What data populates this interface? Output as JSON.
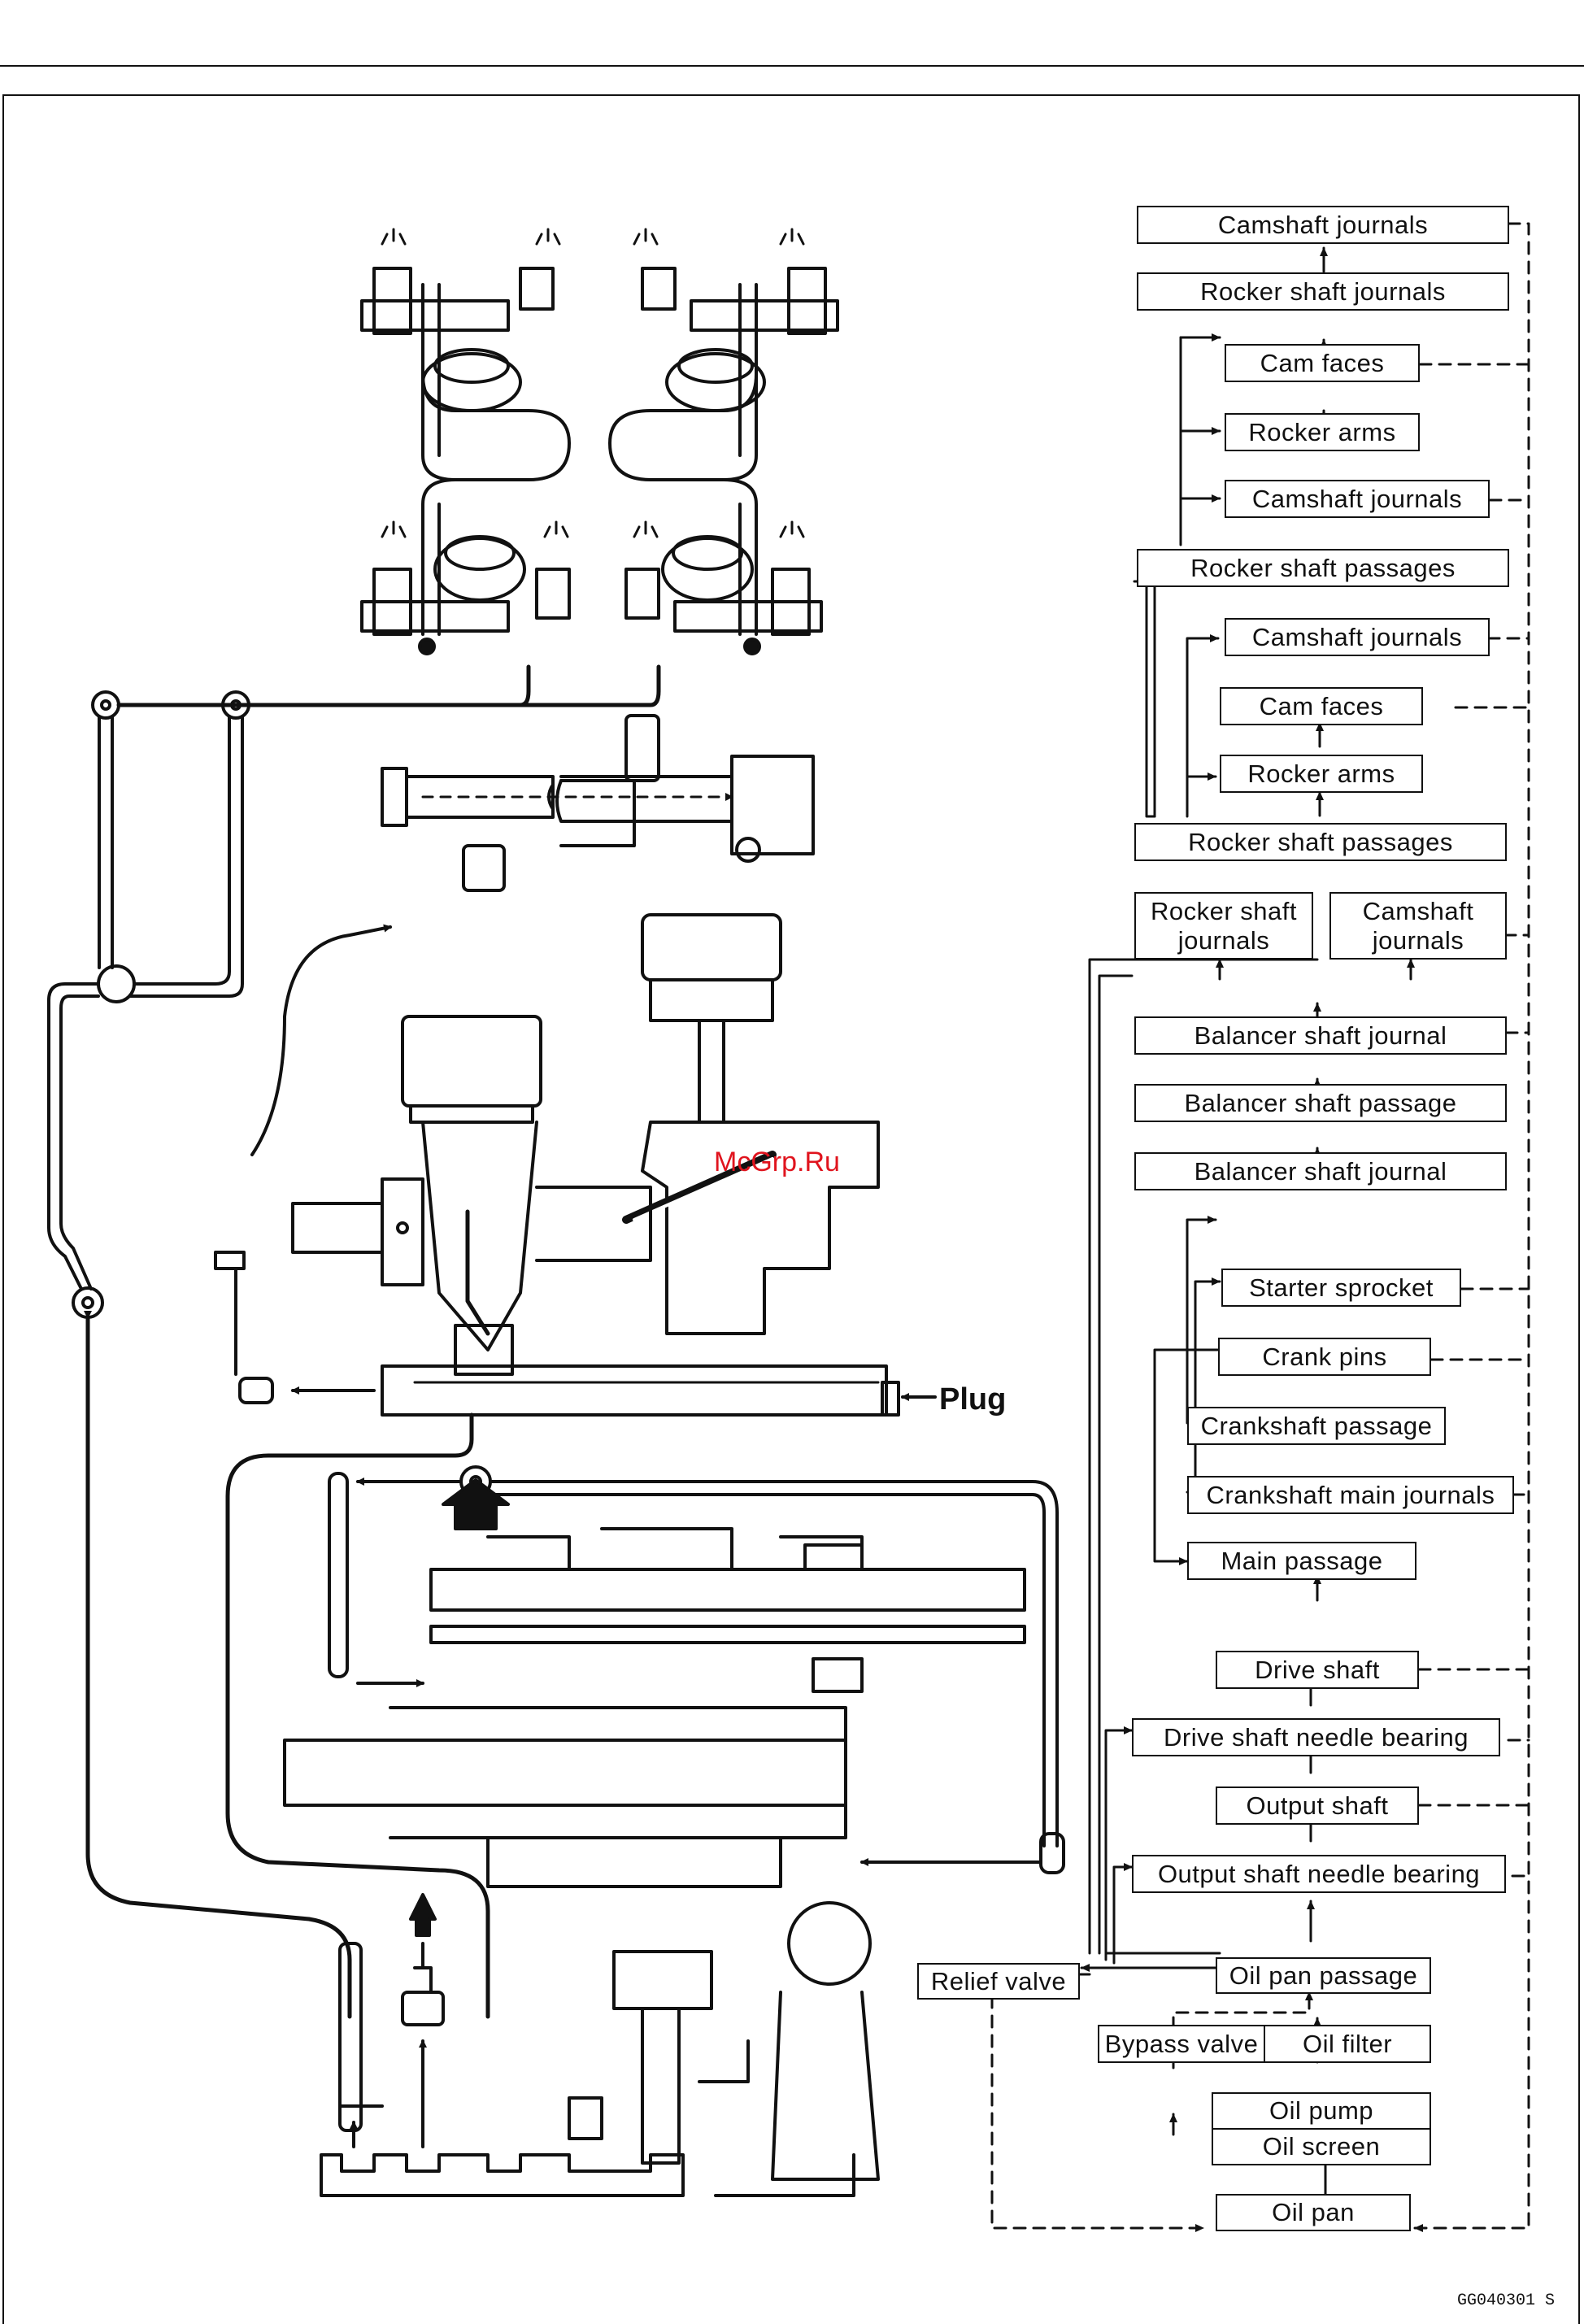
{
  "figure_code": "GG040301  S",
  "watermark": "McGrp.Ru",
  "labels": {
    "plug": "Plug"
  },
  "flow_boxes": {
    "camshaft_journals_1": "Camshaft journals",
    "rocker_shaft_journals_1": "Rocker shaft journals",
    "cam_faces_1": "Cam faces",
    "rocker_arms_1": "Rocker arms",
    "camshaft_journals_2": "Camshaft journals",
    "rocker_shaft_passages_1": "Rocker shaft passages",
    "camshaft_journals_3": "Camshaft journals",
    "cam_faces_2": "Cam faces",
    "rocker_arms_2": "Rocker arms",
    "rocker_shaft_passages_2": "Rocker shaft passages",
    "rocker_shaft_journals_2": "Rocker shaft journals",
    "camshaft_journals_4": "Camshaft journals",
    "balancer_shaft_journal_1": "Balancer shaft journal",
    "balancer_shaft_passage": "Balancer shaft passage",
    "balancer_shaft_journal_2": "Balancer shaft journal",
    "starter_sprocket": "Starter sprocket",
    "crank_pins": "Crank pins",
    "crankshaft_passage": "Crankshaft passage",
    "crankshaft_main_journals": "Crankshaft main journals",
    "main_passage": "Main passage",
    "drive_shaft": "Drive shaft",
    "drive_shaft_needle_bearing": "Drive shaft needle bearing",
    "output_shaft": "Output shaft",
    "output_shaft_needle_bearing": "Output shaft needle bearing",
    "relief_valve": "Relief valve",
    "oil_pan_passage": "Oil pan passage",
    "bypass_valve": "Bypass valve",
    "oil_filter": "Oil filter",
    "oil_pump": "Oil pump",
    "oil_screen": "Oil screen",
    "oil_pan": "Oil pan"
  }
}
